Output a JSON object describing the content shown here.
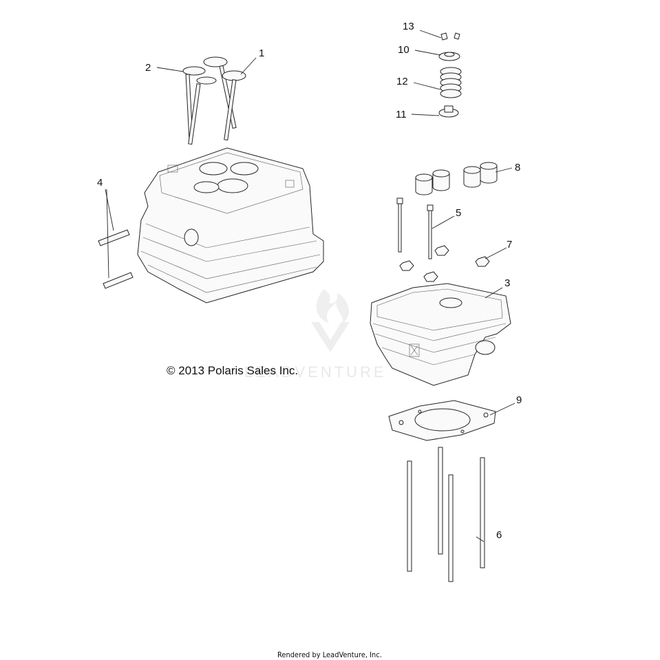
{
  "callouts": [
    {
      "id": "1",
      "text": "1"
    },
    {
      "id": "2",
      "text": "2"
    },
    {
      "id": "3",
      "text": "3"
    },
    {
      "id": "4",
      "text": "4"
    },
    {
      "id": "5",
      "text": "5"
    },
    {
      "id": "6",
      "text": "6"
    },
    {
      "id": "7",
      "text": "7"
    },
    {
      "id": "8",
      "text": "8"
    },
    {
      "id": "9",
      "text": "9"
    },
    {
      "id": "10",
      "text": "10"
    },
    {
      "id": "11",
      "text": "11"
    },
    {
      "id": "12",
      "text": "12"
    },
    {
      "id": "13",
      "text": "13"
    }
  ],
  "copyright": "© 2013 Polaris Sales Inc.",
  "rendered_by": "Rendered by LeadVenture, Inc.",
  "watermark": "LEADVENTURE"
}
